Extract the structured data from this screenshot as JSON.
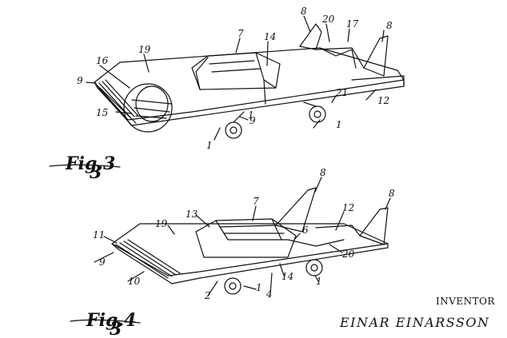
{
  "fig3": {
    "label": "Fig.3",
    "sub": "3",
    "refs": [
      "8",
      "20",
      "17",
      "8",
      "7",
      "14",
      "19",
      "16",
      "9",
      "15",
      "9",
      "1",
      "21",
      "12",
      "1",
      "1"
    ]
  },
  "fig4": {
    "label": "Fig.4",
    "sub": "3",
    "refs": [
      "8",
      "8",
      "7",
      "13",
      "12",
      "19",
      "6",
      "11",
      "9",
      "10",
      "20",
      "14",
      "1",
      "2",
      "1",
      "4"
    ]
  },
  "inventor": {
    "caption": "INVENTOR",
    "name": "EINAR EINARSSON"
  },
  "colors": {
    "ink": "#111111",
    "paper": "#ffffff"
  }
}
